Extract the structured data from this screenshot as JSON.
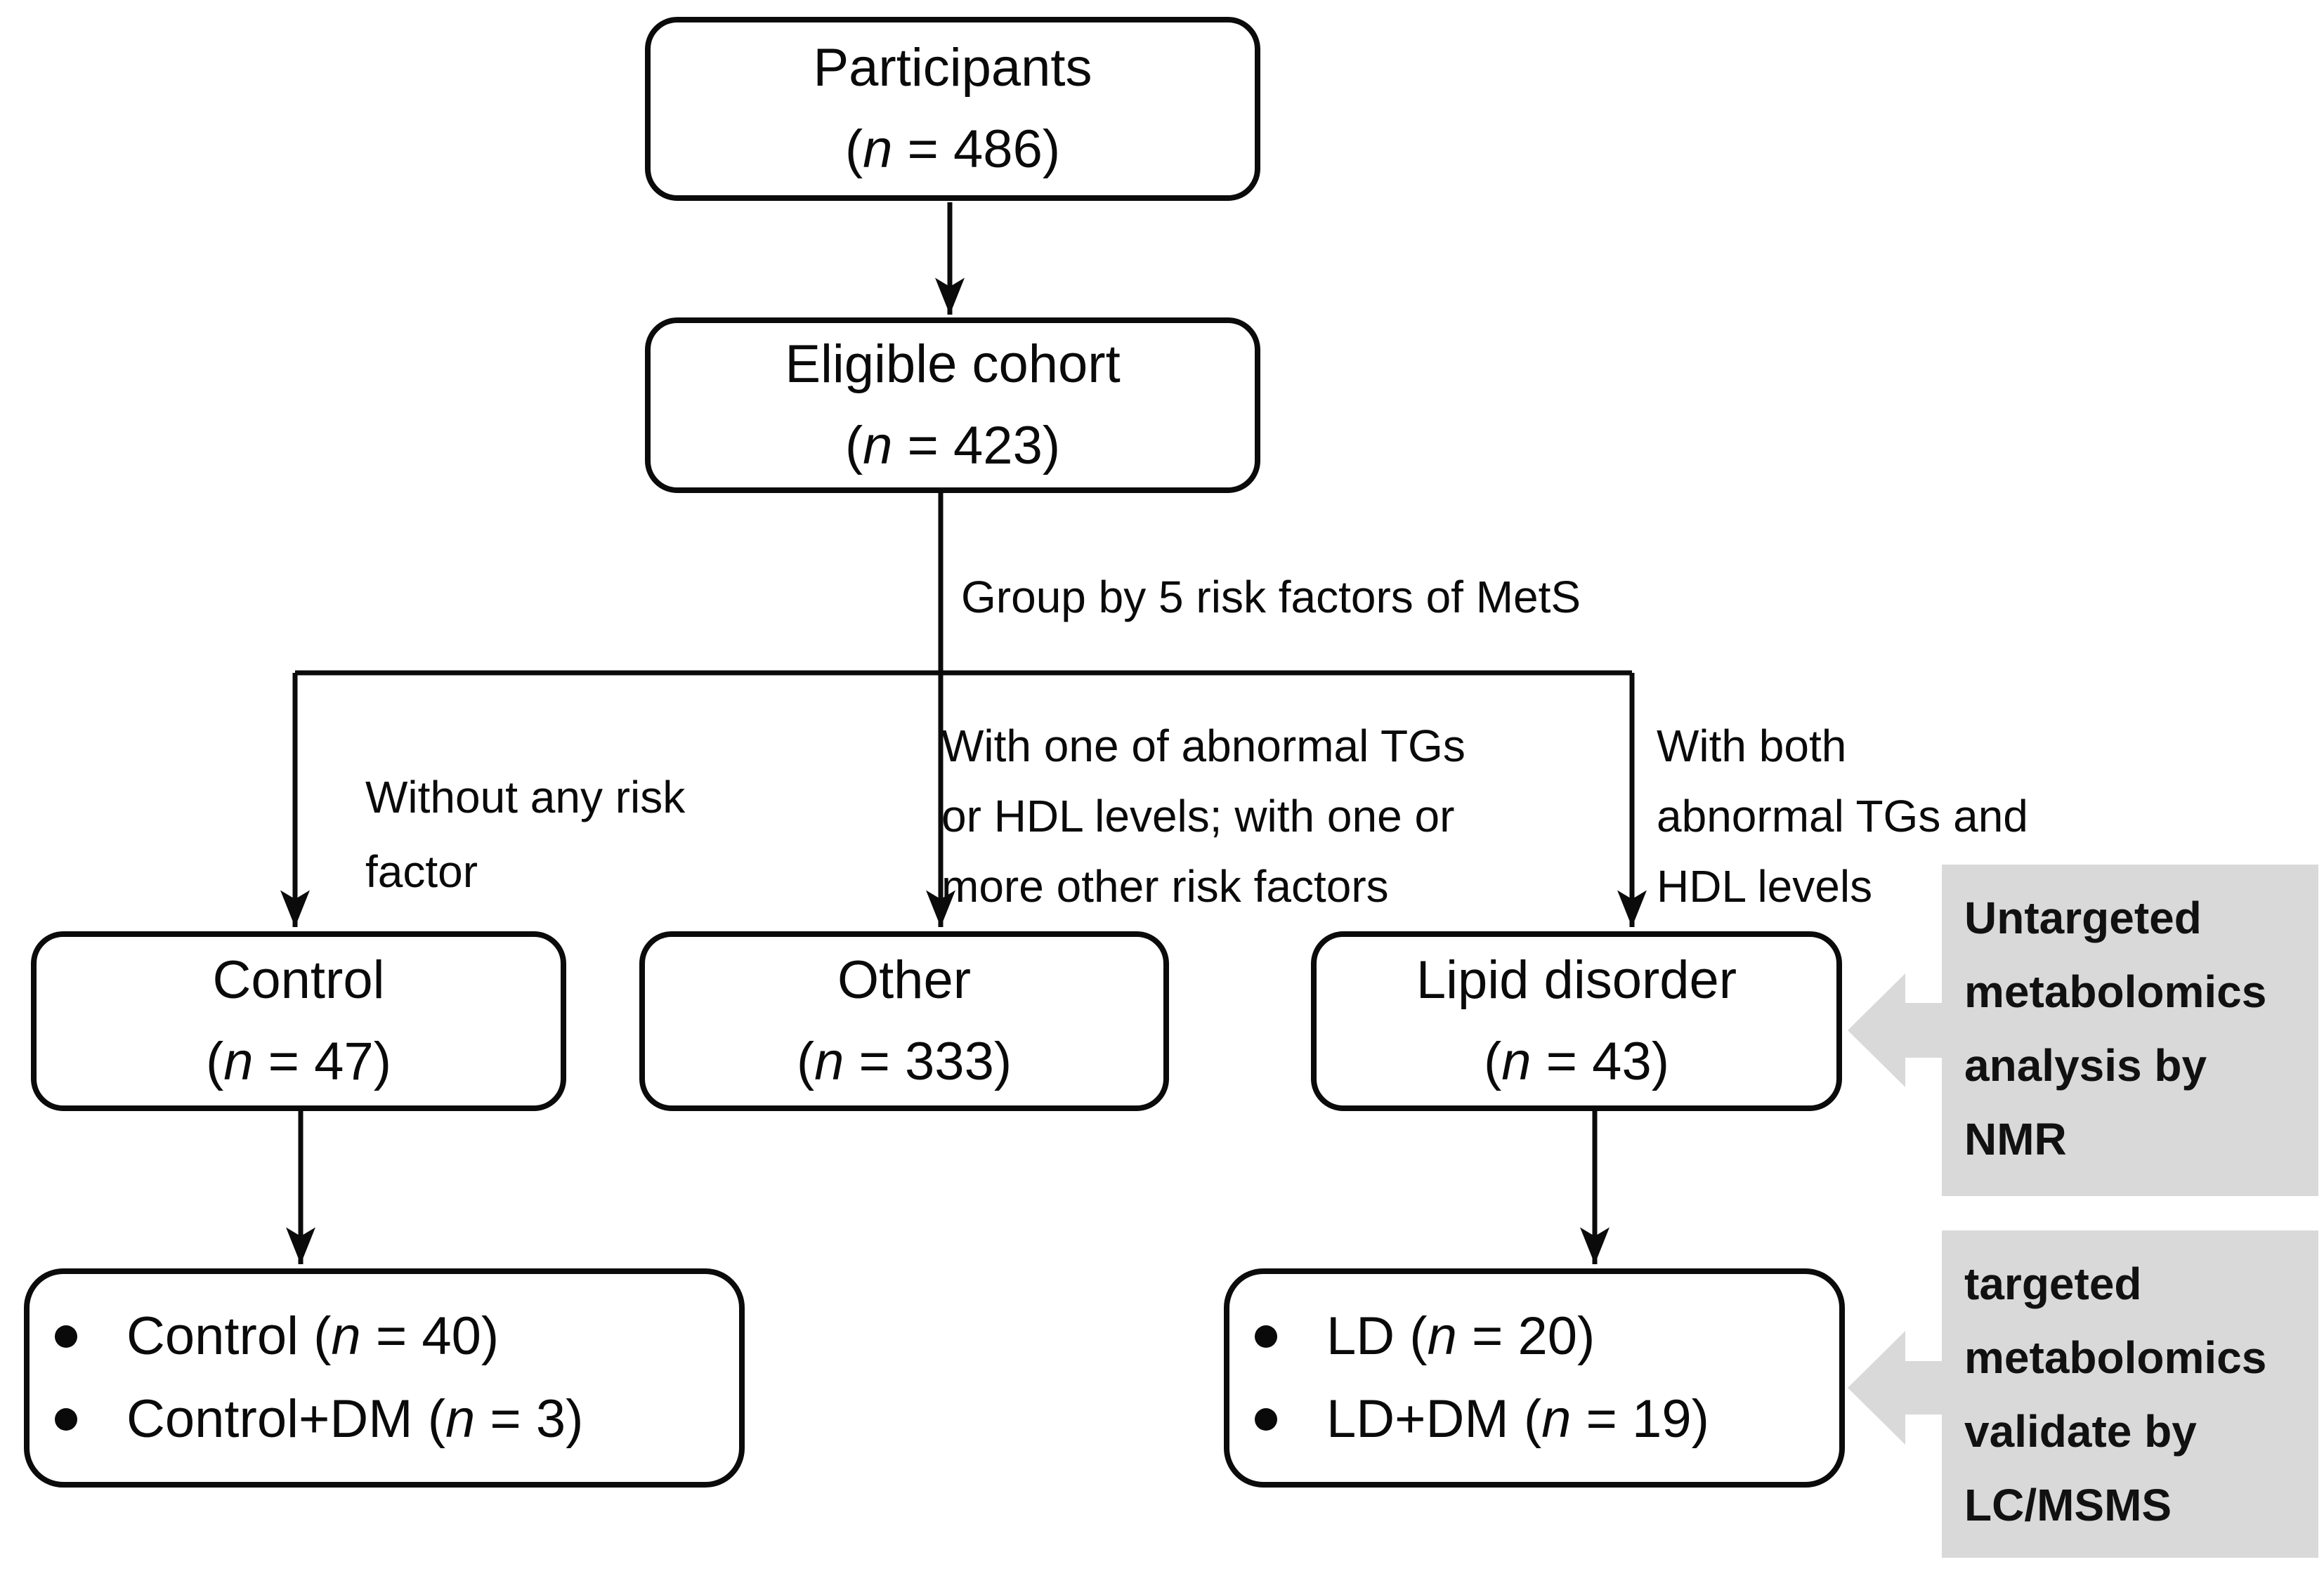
{
  "colors": {
    "background": "#ffffff",
    "line": "#0b0b0b",
    "box_fill": "#ffffff",
    "box_border": "#0b0b0b",
    "gray_fill": "#d9d9d9",
    "text": "#0a0a0a"
  },
  "nodes": {
    "participants": {
      "line1": "Participants",
      "line2": "(n = 486)"
    },
    "eligible": {
      "line1": "Eligible cohort",
      "line2": "(n = 423)"
    },
    "control": {
      "line1": "Control",
      "line2": "(n = 47)"
    },
    "other": {
      "line1": "Other",
      "line2": "(n = 333)"
    },
    "lipid": {
      "line1": "Lipid disorder",
      "line2": "(n = 43)"
    },
    "control_sub": {
      "bullets": [
        "Control (n = 40)",
        "Control+DM (n = 3)"
      ]
    },
    "ld_sub": {
      "bullets": [
        "LD (n = 20)",
        "LD+DM (n = 19)"
      ]
    }
  },
  "labels": {
    "group_by": "Group by 5 risk factors of MetS",
    "without_risk": "Without any risk\nfactor",
    "one_abnormal": "With one of abnormal TGs\nor HDL levels; with one or\nmore other risk factors",
    "both_abnormal": "With both\nabnormal TGs and\nHDL levels"
  },
  "annotations": {
    "nmr": "Untargeted\nmetabolomics\nanalysis by\nNMR",
    "lcms": "targeted\nmetabolomics\nvalidate by\nLC/MSMS"
  }
}
